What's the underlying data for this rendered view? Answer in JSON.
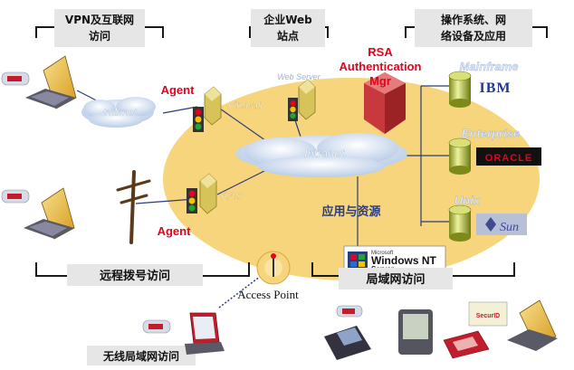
{
  "headers": {
    "vpn": [
      "VPN及互联网",
      "访问"
    ],
    "web": [
      "企业Web",
      "站点"
    ],
    "os": [
      "操作系统、网",
      "络设备及应用"
    ]
  },
  "bottom_labels": {
    "remote": "远程拨号访问",
    "lan": "局域网访问",
    "wlan": "无线局域网访问"
  },
  "nodes": {
    "internet": "Internet",
    "intranet": "Intranet",
    "core": "应用与资源",
    "agent_top": "Agent",
    "agent_bottom": "Agent",
    "firewall": "Firewall",
    "ras": "RAS",
    "web_server": "Web Server",
    "rsa": [
      "RSA",
      "Authentication",
      "Mgr"
    ],
    "mainframe": "Mainframe",
    "enterprise": "Enterprise",
    "unix": "Unix",
    "access_point": "Access Point"
  },
  "logos": {
    "ibm": "IBM",
    "oracle": "ORACLE",
    "sun": "Sun",
    "windows_small": "Microsoft",
    "windows_big": "Windows NT",
    "windows_sub": "Server",
    "securid": "SecurID"
  },
  "colors": {
    "ellipse": "#f6d57c",
    "cloud": "#dfe9f7",
    "accent_red": "#e8001c",
    "label_box": "#e6e6e6",
    "line_blue": "#2a3c7a"
  },
  "icons": [
    "laptop-icon",
    "token-icon",
    "traffic-light-icon",
    "firewall-box-icon",
    "server-cylinder-icon",
    "rsa-server-icon",
    "phone-icon",
    "pda-icon",
    "smart-card-icon",
    "utility-pole-icon",
    "antenna-icon"
  ]
}
